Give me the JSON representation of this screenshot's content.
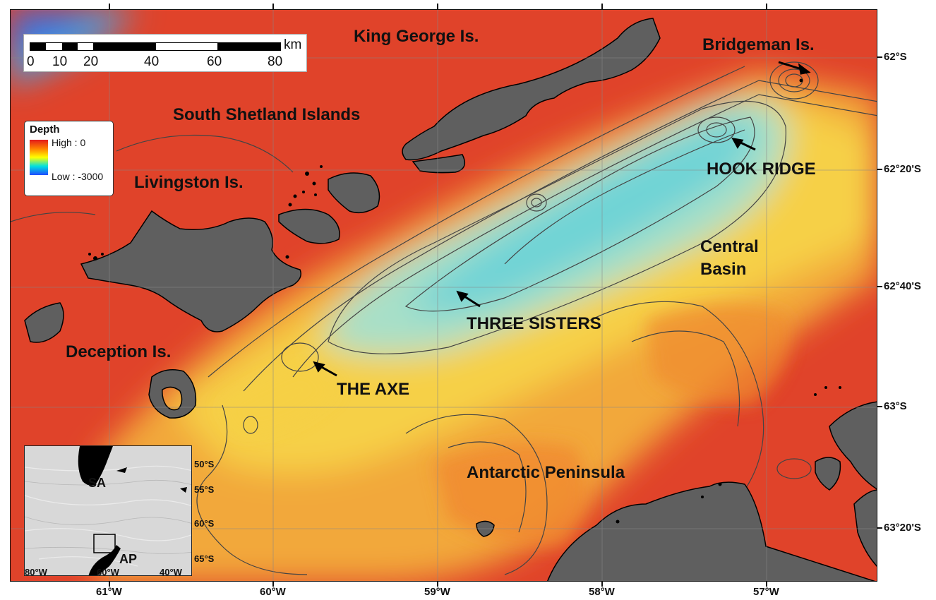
{
  "map": {
    "place_labels": {
      "king_george": "King George Is.",
      "bridgeman": "Bridgeman Is.",
      "south_shetland": "South Shetland Islands",
      "livingston": "Livingston Is.",
      "hook_ridge": "HOOK RIDGE",
      "central_basin_line1": "Central",
      "central_basin_line2": "Basin",
      "three_sisters": "THREE SISTERS",
      "deception": "Deception Is.",
      "the_axe": "THE AXE",
      "antarctic_peninsula": "Antarctic Peninsula"
    },
    "longitude_labels": [
      "61°W",
      "60°W",
      "59°W",
      "58°W",
      "57°W"
    ],
    "latitude_labels": [
      "62°S",
      "62°20'S",
      "62°40'S",
      "63°S",
      "63°20'S"
    ],
    "colors": {
      "land": "#5f5f5f",
      "shallow": "#e0432a",
      "mid": "#f2a83a",
      "upper_slope": "#f6d046",
      "deep": "#7fd7d2",
      "deepest": "#5bc9d6",
      "contour": "#444444"
    }
  },
  "scale_bar": {
    "ticks": [
      "0",
      "10",
      "20",
      "40",
      "60",
      "80"
    ],
    "unit": "km"
  },
  "legend": {
    "title": "Depth",
    "high": "High : 0",
    "low": "Low : -3000"
  },
  "inset": {
    "labels": {
      "sa": "SA",
      "ap": "AP"
    },
    "latitudes": [
      "50°S",
      "55°S",
      "60°S",
      "65°S"
    ],
    "longitudes": [
      "80°W",
      "60°W",
      "40°W"
    ]
  }
}
